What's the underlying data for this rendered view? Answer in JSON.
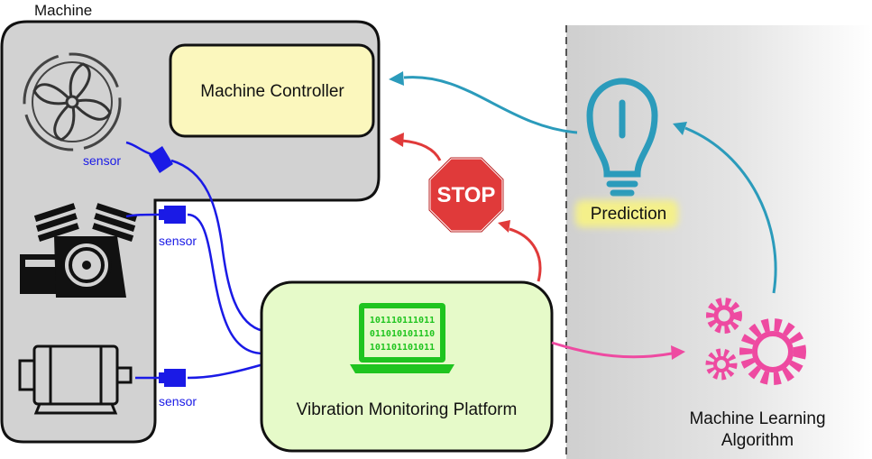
{
  "machine": {
    "title": "Machine",
    "controller_label": "Machine Controller"
  },
  "sensors": [
    {
      "label": "sensor"
    },
    {
      "label": "sensor"
    },
    {
      "label": "sensor"
    }
  ],
  "platform": {
    "label": "Vibration Monitoring Platform",
    "binary_rows": [
      "101110111011",
      "011010101110",
      "101101101011"
    ]
  },
  "stop_sign": {
    "label": "STOP"
  },
  "prediction": {
    "label": "Prediction"
  },
  "ml": {
    "label_line1": "Machine Learning",
    "label_line2": "Algorithm"
  },
  "colors": {
    "sensor_blue": "#1a1ae6",
    "teal_arrow": "#2b9bbb",
    "red_arrow": "#e03a3a",
    "pink": "#ee4aa1",
    "green_laptop": "#1fc41f",
    "platform_fill": "#e6fac9",
    "controller_fill": "#fbf7bd",
    "machine_fill": "#d2d2d2",
    "highlight": "#f4f08a"
  },
  "icons": [
    "fan-icon",
    "engine-icon",
    "motor-icon",
    "laptop-icon",
    "stop-sign-icon",
    "lightbulb-icon",
    "gears-icon",
    "sensor-icon"
  ]
}
